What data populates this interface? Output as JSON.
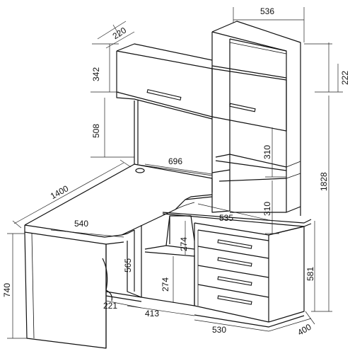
{
  "diagram": {
    "subject": "corner computer desk with shelf tower and hanging cabinet",
    "dimensions_mm": {
      "cabinet_depth": "220",
      "tower_width": "536",
      "cabinet_height": "342",
      "tower_top_section": "222",
      "gap_above_desk": "508",
      "shelf_height_upper": "310",
      "shelf_height_lower": "310",
      "desktop_span": "696",
      "total_height": "1828",
      "desk_length": "1400",
      "desk_wing_width": "540",
      "desk_depth_right": "535",
      "knee_space_height": "565",
      "inner_shelf_upper": "274",
      "inner_shelf_lower": "274",
      "desk_height": "740",
      "pedestal_height": "581",
      "leg_depth": "221",
      "open_shelf_width": "413",
      "drawer_unit_width": "530",
      "pedestal_depth": "400"
    }
  }
}
